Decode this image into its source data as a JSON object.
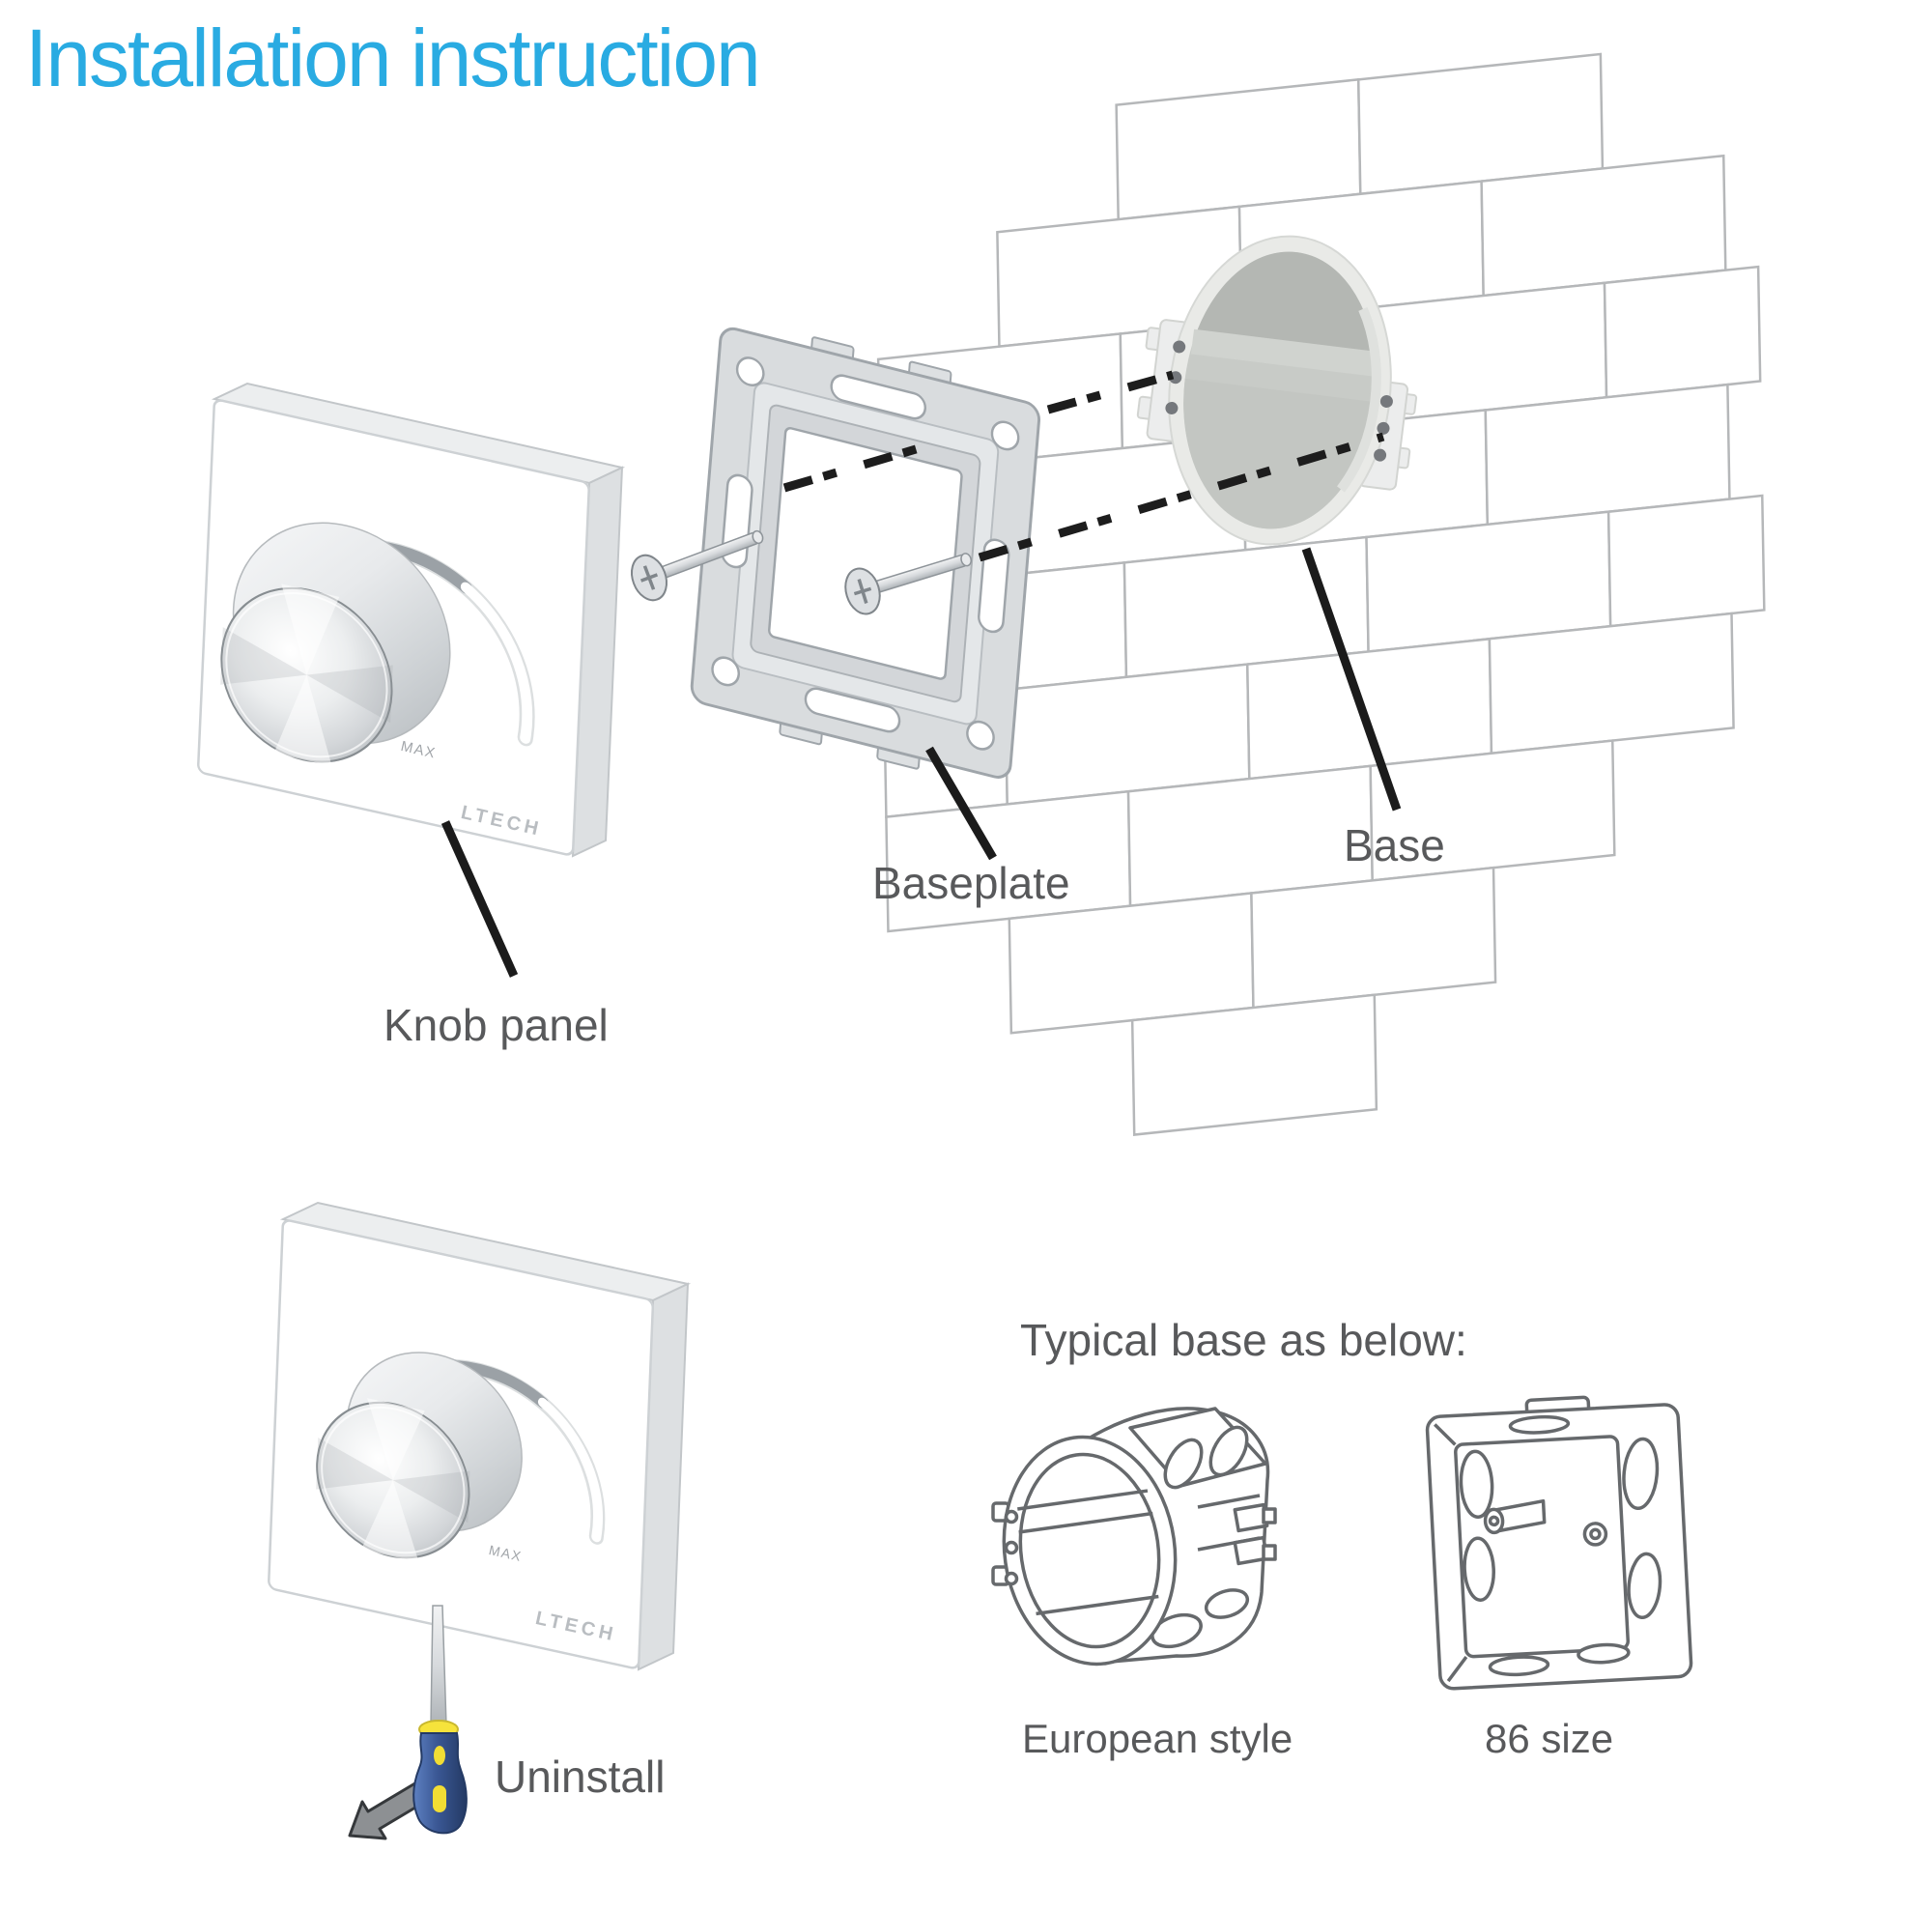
{
  "title": "Installation instruction",
  "colors": {
    "title": "#29abe2",
    "label": "#58595b"
  },
  "exploded_view": {
    "knob_panel_label": "Knob panel",
    "baseplate_label": "Baseplate",
    "base_label": "Base"
  },
  "panel": {
    "brand": "LTECH",
    "max_marking": "MAX"
  },
  "uninstall_label": "Uninstall",
  "typical_base": {
    "heading": "Typical base as below:",
    "european_label": "European style",
    "size86_label": "86 size"
  }
}
